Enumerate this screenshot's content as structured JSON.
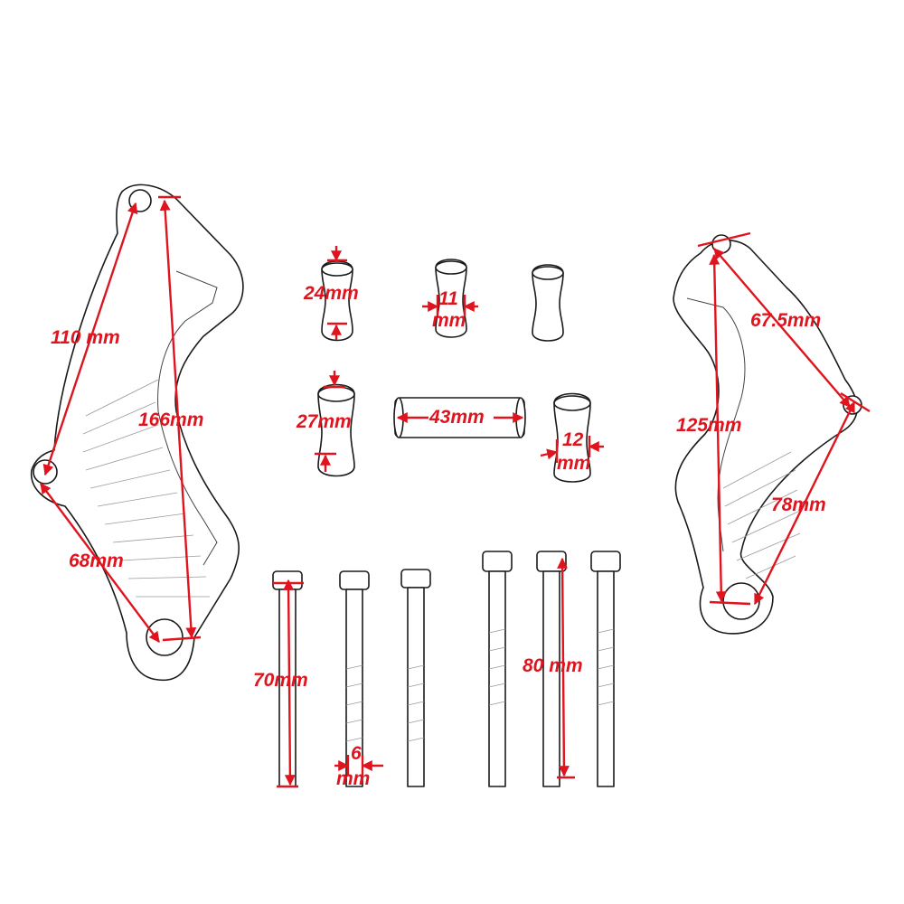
{
  "colors": {
    "dimension": "#e0141e",
    "outline": "#1a1a1a",
    "background": "#ffffff"
  },
  "dimensions": {
    "left_cover_top_diagonal": "110 mm",
    "left_cover_height": "166mm",
    "left_cover_lower_diagonal": "68mm",
    "spacer_a_length": "24mm",
    "spacer_b_diameter_line1": "11",
    "spacer_b_diameter_line2": "mm",
    "spacer_d_length": "27mm",
    "spacer_e_length": "43mm",
    "spacer_f_diameter_line1": "12",
    "spacer_f_diameter_line2": "mm",
    "right_cover_top_edge": "67.5mm",
    "right_cover_height": "125mm",
    "right_cover_lower_diagonal": "78mm",
    "short_bolt_length": "70mm",
    "bolt_diameter_line1": "6",
    "bolt_diameter_line2": "mm",
    "long_bolt_length": "80 mm"
  }
}
